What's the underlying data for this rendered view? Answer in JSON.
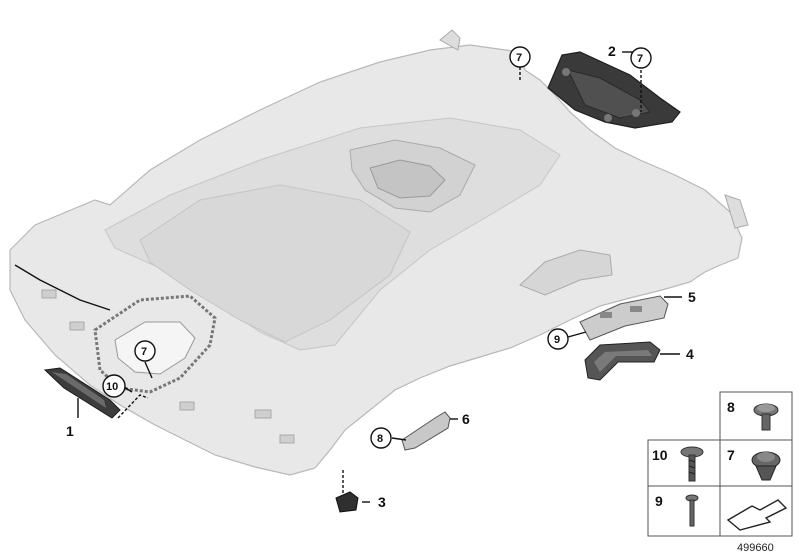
{
  "diagram": {
    "document_number": "499660",
    "callouts": {
      "c1": "1",
      "c2": "2",
      "c3": "3",
      "c4": "4",
      "c5": "5",
      "c6": "6",
      "c7a": "7",
      "c7b": "7",
      "c7c": "7",
      "c8": "8",
      "c9": "9",
      "c10": "10"
    },
    "legend_grid": {
      "r1": "8",
      "r2a": "10",
      "r2b": "7",
      "r3": "9"
    }
  }
}
